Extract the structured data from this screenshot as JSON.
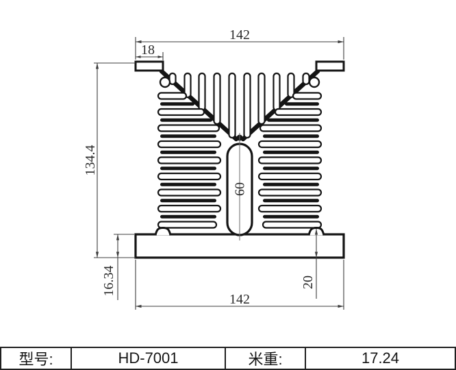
{
  "drawing": {
    "dims": {
      "top_width": "142",
      "ear_width": "18",
      "overall_height": "134.4",
      "slot_height": "60",
      "base_thickness": "16.34",
      "boss_height": "20",
      "bottom_width": "142"
    }
  },
  "spec_table": {
    "model_label": "型号:",
    "model_value": "HD-7001",
    "weight_label": "米重:",
    "weight_value": "17.24"
  }
}
